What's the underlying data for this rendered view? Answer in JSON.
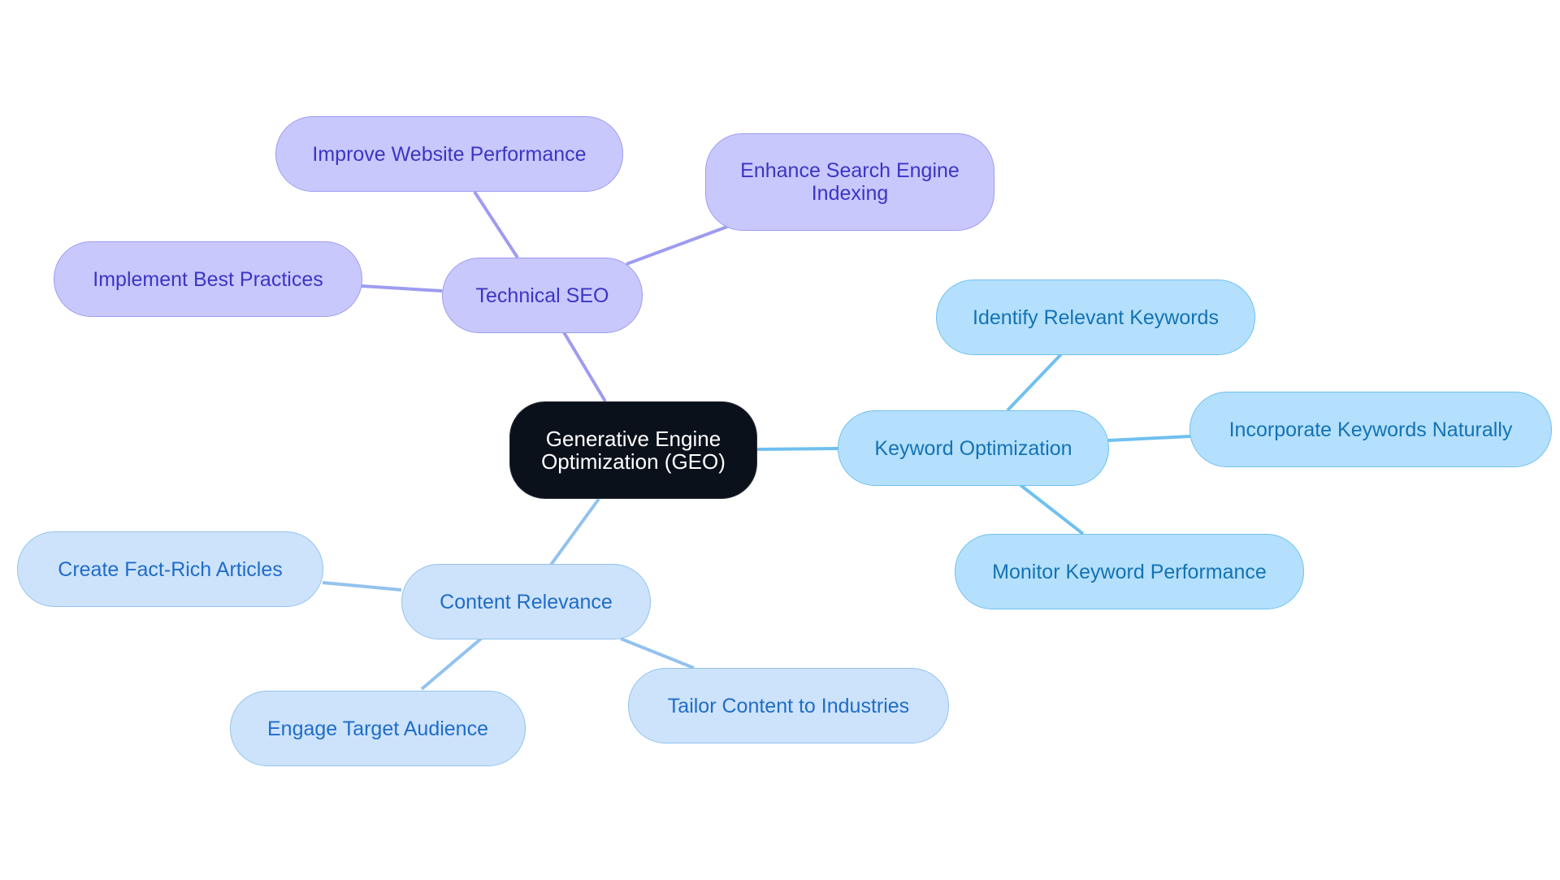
{
  "diagram": {
    "center": {
      "line1": "Generative Engine",
      "line2": "Optimization (GEO)"
    },
    "branches": {
      "technical_seo": {
        "label": "Technical SEO",
        "children": {
          "improve_performance": "Improve Website Performance",
          "enhance_indexing_line1": "Enhance Search Engine",
          "enhance_indexing_line2": "Indexing",
          "best_practices": "Implement Best Practices"
        }
      },
      "keyword_optimization": {
        "label": "Keyword Optimization",
        "children": {
          "identify": "Identify Relevant Keywords",
          "incorporate": "Incorporate Keywords Naturally",
          "monitor": "Monitor Keyword Performance"
        }
      },
      "content_relevance": {
        "label": "Content Relevance",
        "children": {
          "fact_rich": "Create Fact-Rich Articles",
          "engage": "Engage Target Audience",
          "tailor": "Tailor Content to Industries"
        }
      }
    },
    "colors": {
      "center_fill": "#0b111b",
      "technical_fill": "#c9c8fc",
      "technical_edge": "#9d9cf0",
      "technical_text": "#3b35c4",
      "keyword_fill": "#b4e0fd",
      "keyword_edge": "#6fc0ef",
      "keyword_text": "#1472b4",
      "content_fill": "#cde3fb",
      "content_edge": "#93c2ee",
      "content_text": "#1f6cc8"
    }
  }
}
